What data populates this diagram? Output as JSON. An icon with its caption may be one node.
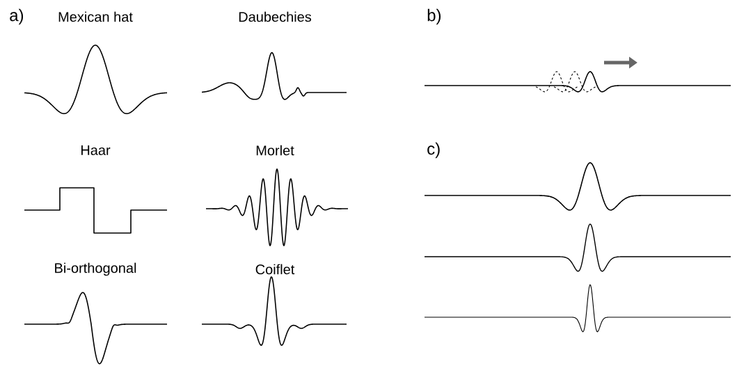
{
  "diagram": {
    "labels": [
      "a)",
      "Mexican hat",
      "Daubechies",
      "b)",
      "Haar",
      "Morlet",
      "c)",
      "Bi-orthogonal",
      "Coiflet"
    ]
  }
}
